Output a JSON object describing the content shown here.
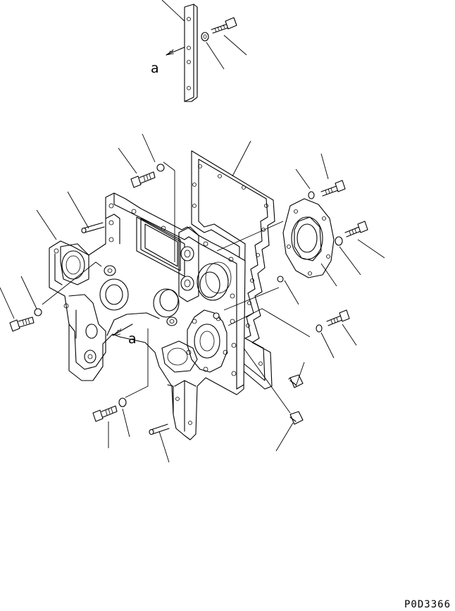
{
  "diagram": {
    "ref_labels": [
      "a",
      "a"
    ],
    "drawing_code": "P0D3366"
  }
}
